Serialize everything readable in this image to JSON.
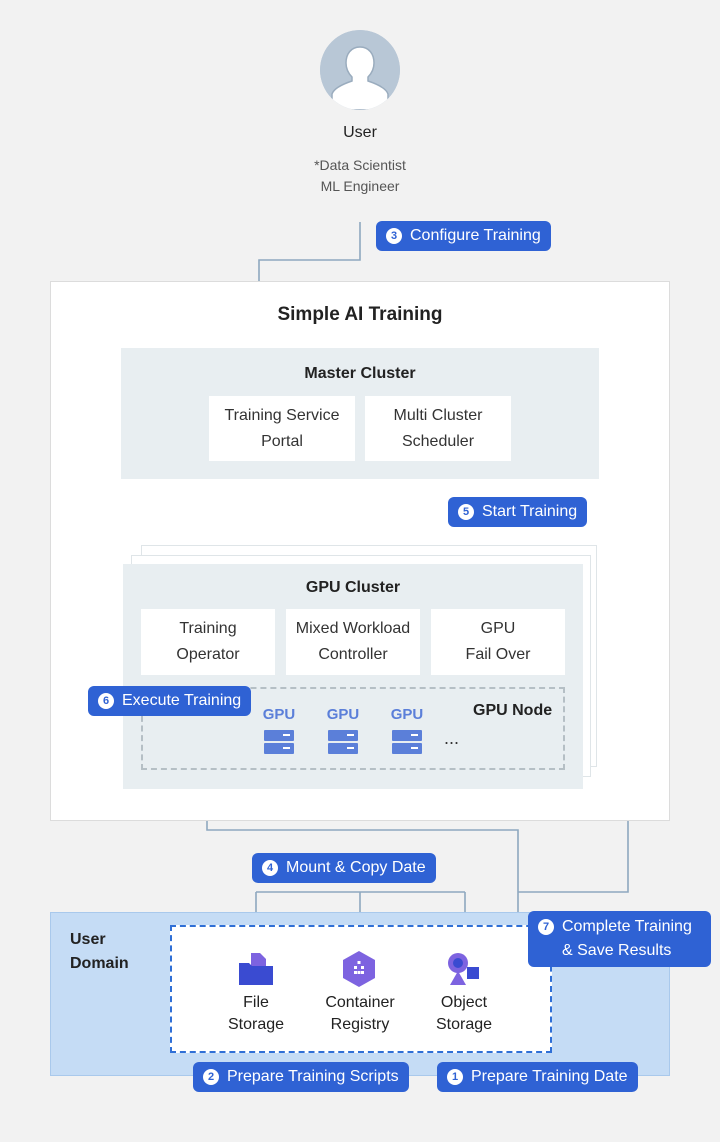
{
  "user": {
    "label": "User",
    "sub_line1": "*Data Scientist",
    "sub_line2": "ML Engineer"
  },
  "main": {
    "title": "Simple AI Training"
  },
  "master_cluster": {
    "title": "Master Cluster",
    "portal_line1": "Training Service",
    "portal_line2": "Portal",
    "scheduler_line1": "Multi Cluster",
    "scheduler_line2": "Scheduler"
  },
  "gpu_cluster": {
    "title": "GPU Cluster",
    "operator_line1": "Training",
    "operator_line2": "Operator",
    "mixed_line1": "Mixed Workload",
    "mixed_line2": "Controller",
    "failover_line1": "GPU",
    "failover_line2": "Fail Over",
    "gpu_labels": [
      "GPU",
      "GPU",
      "GPU"
    ],
    "ellipsis": "...",
    "node_label": "GPU Node"
  },
  "user_domain": {
    "label_line1": "User",
    "label_line2": "Domain",
    "file_line1": "File",
    "file_line2": "Storage",
    "registry_line1": "Container",
    "registry_line2": "Registry",
    "object_line1": "Object",
    "object_line2": "Storage"
  },
  "steps": {
    "s1": {
      "num": "1",
      "label": "Prepare Training Date"
    },
    "s2": {
      "num": "2",
      "label": "Prepare Training Scripts"
    },
    "s3": {
      "num": "3",
      "label": "Configure Training"
    },
    "s4": {
      "num": "4",
      "label": "Mount & Copy Date"
    },
    "s5": {
      "num": "5",
      "label": "Start Training"
    },
    "s6": {
      "num": "6",
      "label": "Execute Training"
    },
    "s7": {
      "num": "7",
      "label_line1": "Complete Training",
      "label_line2": "& Save Results"
    }
  },
  "colors": {
    "badge": "#2f62d4",
    "gpu_icon": "#5b7fd9",
    "connector": "#8ea8bf",
    "domain_bg": "#c5dcf5"
  },
  "icons": {
    "avatar": "user-avatar-icon",
    "gpu": "server-icon",
    "file": "folder-file-icon",
    "registry": "hexagon-registry-icon",
    "object": "shapes-object-icon"
  }
}
